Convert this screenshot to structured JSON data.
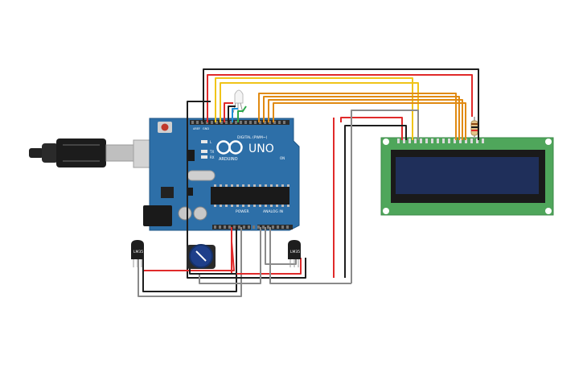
{
  "board": {
    "brand": "ARDUINO",
    "model": "UNO",
    "digital_label": "DIGITAL (PWM~)",
    "power_label": "POWER",
    "analog_label": "ANALOG IN",
    "aref_label": "AREF",
    "gnd_label": "GND",
    "tx_label": "TX",
    "rx_label": "RX",
    "on_label": "ON",
    "l_label": "L"
  },
  "sensors": {
    "left_label": "LM35",
    "right_label": "LM35"
  },
  "colors": {
    "board": "#2d6fa8",
    "lcd_pcb": "#4fa65b",
    "lcd_screen": "#1f2f5a",
    "wire_red": "#e02a2a",
    "wire_black": "#1e1e1e",
    "wire_yellow": "#f0c419",
    "wire_orange": "#e08a12",
    "wire_gray": "#8a8a8a"
  }
}
